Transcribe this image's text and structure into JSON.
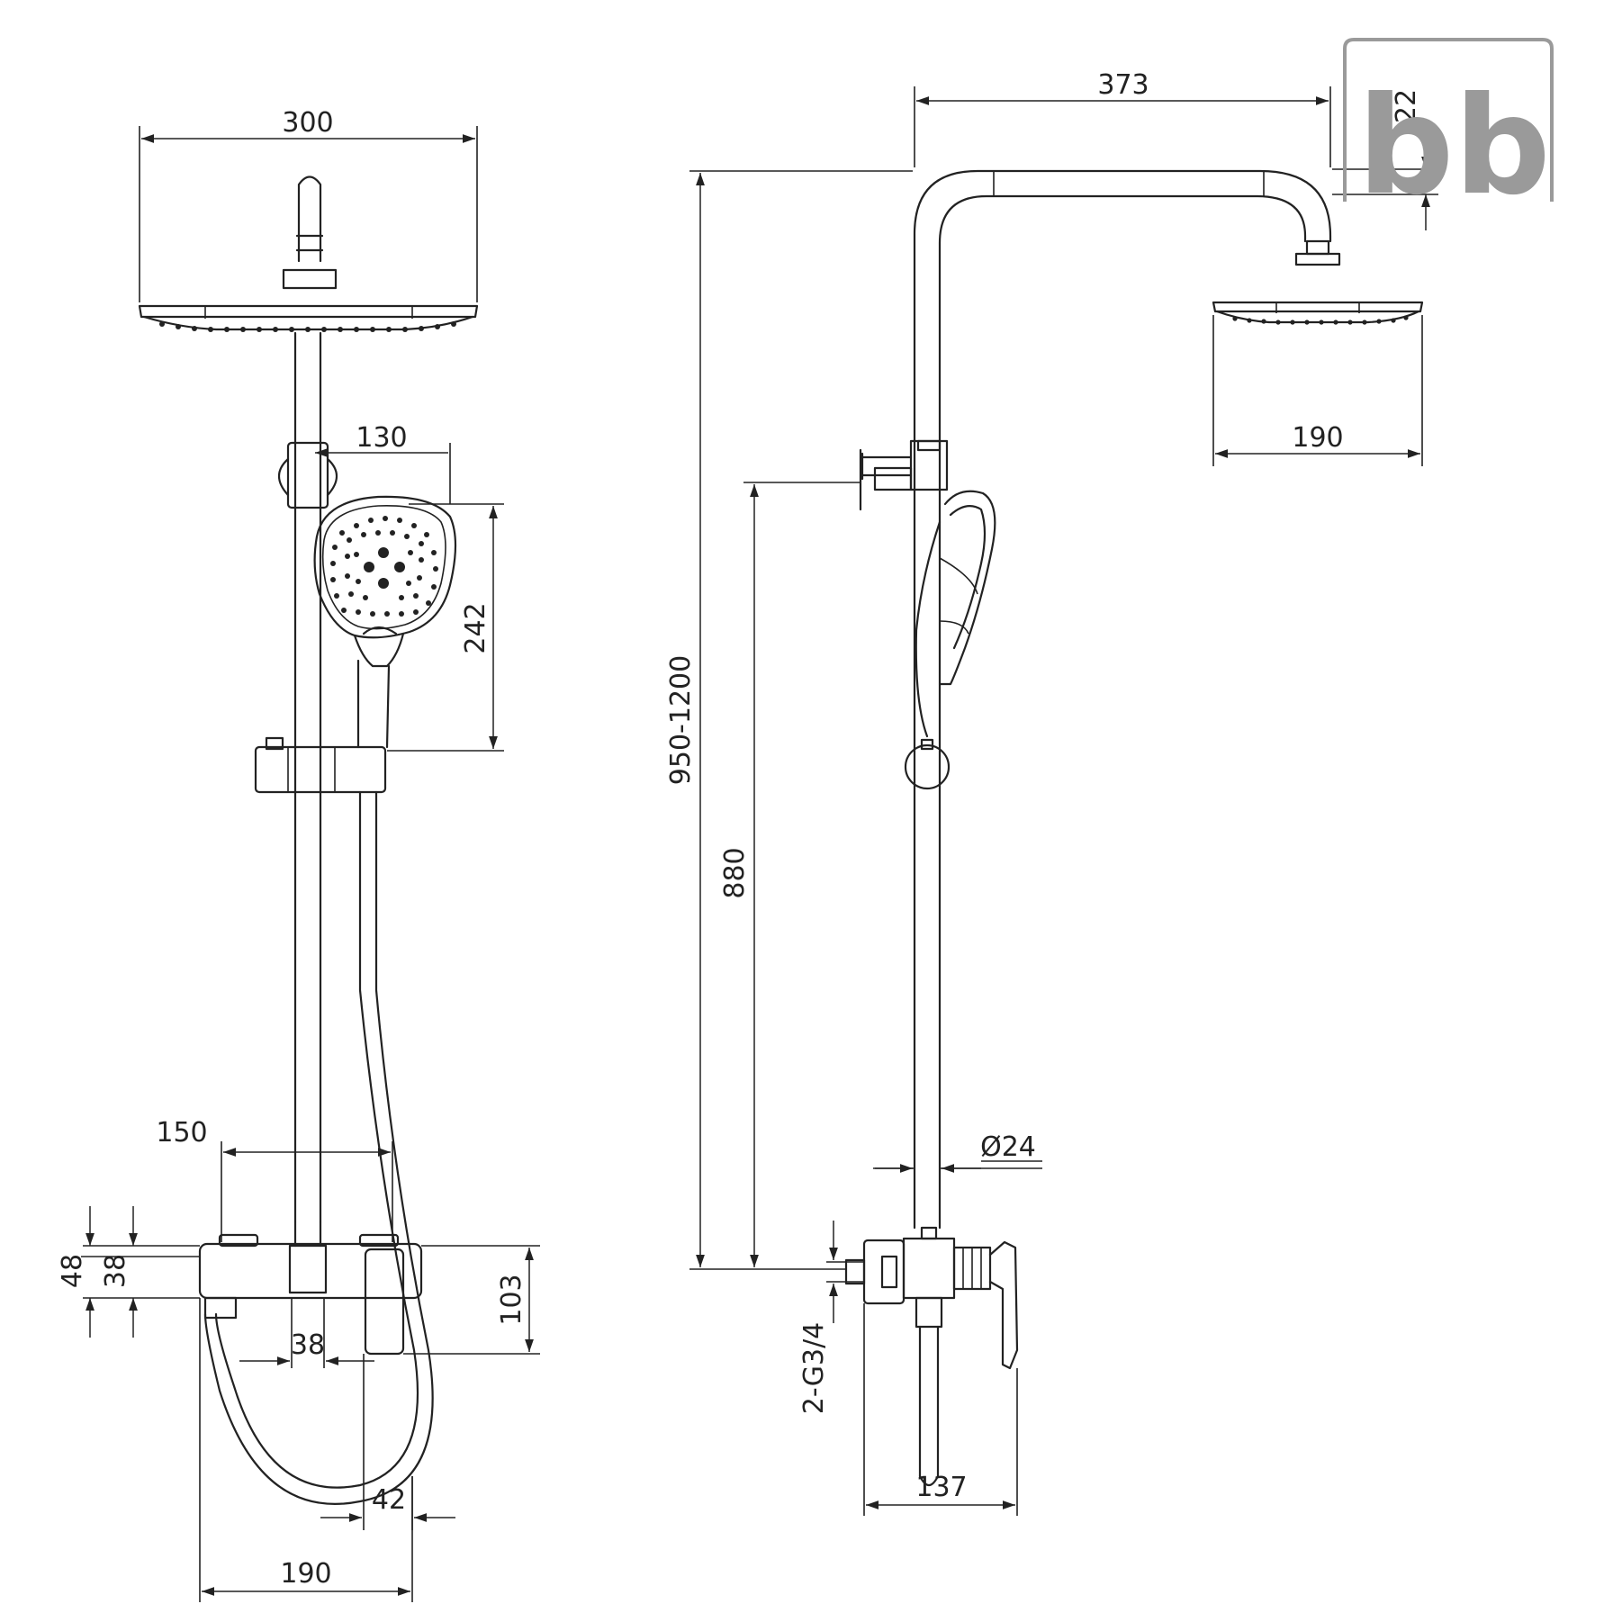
{
  "dimensions": {
    "front_width": "300",
    "handshower_offset": "130",
    "handshower_length": "242",
    "inlet_spacing": "150",
    "body_height_outer": "48",
    "body_height_inner": "38",
    "body_depth": "103",
    "outlet_width": "38",
    "wall_gap": "42",
    "body_width_front": "190",
    "arm_length": "373",
    "arm_rise": "22",
    "head_diameter": "190",
    "overall_height": "950-1200",
    "holder_height": "880",
    "rail_diameter": "Ø24",
    "connection": "2-G3/4",
    "mixer_depth": "137"
  },
  "logo": {
    "text": "bb",
    "color": "#9a9a9a"
  },
  "colors": {
    "line": "#222222",
    "background": "#ffffff"
  }
}
